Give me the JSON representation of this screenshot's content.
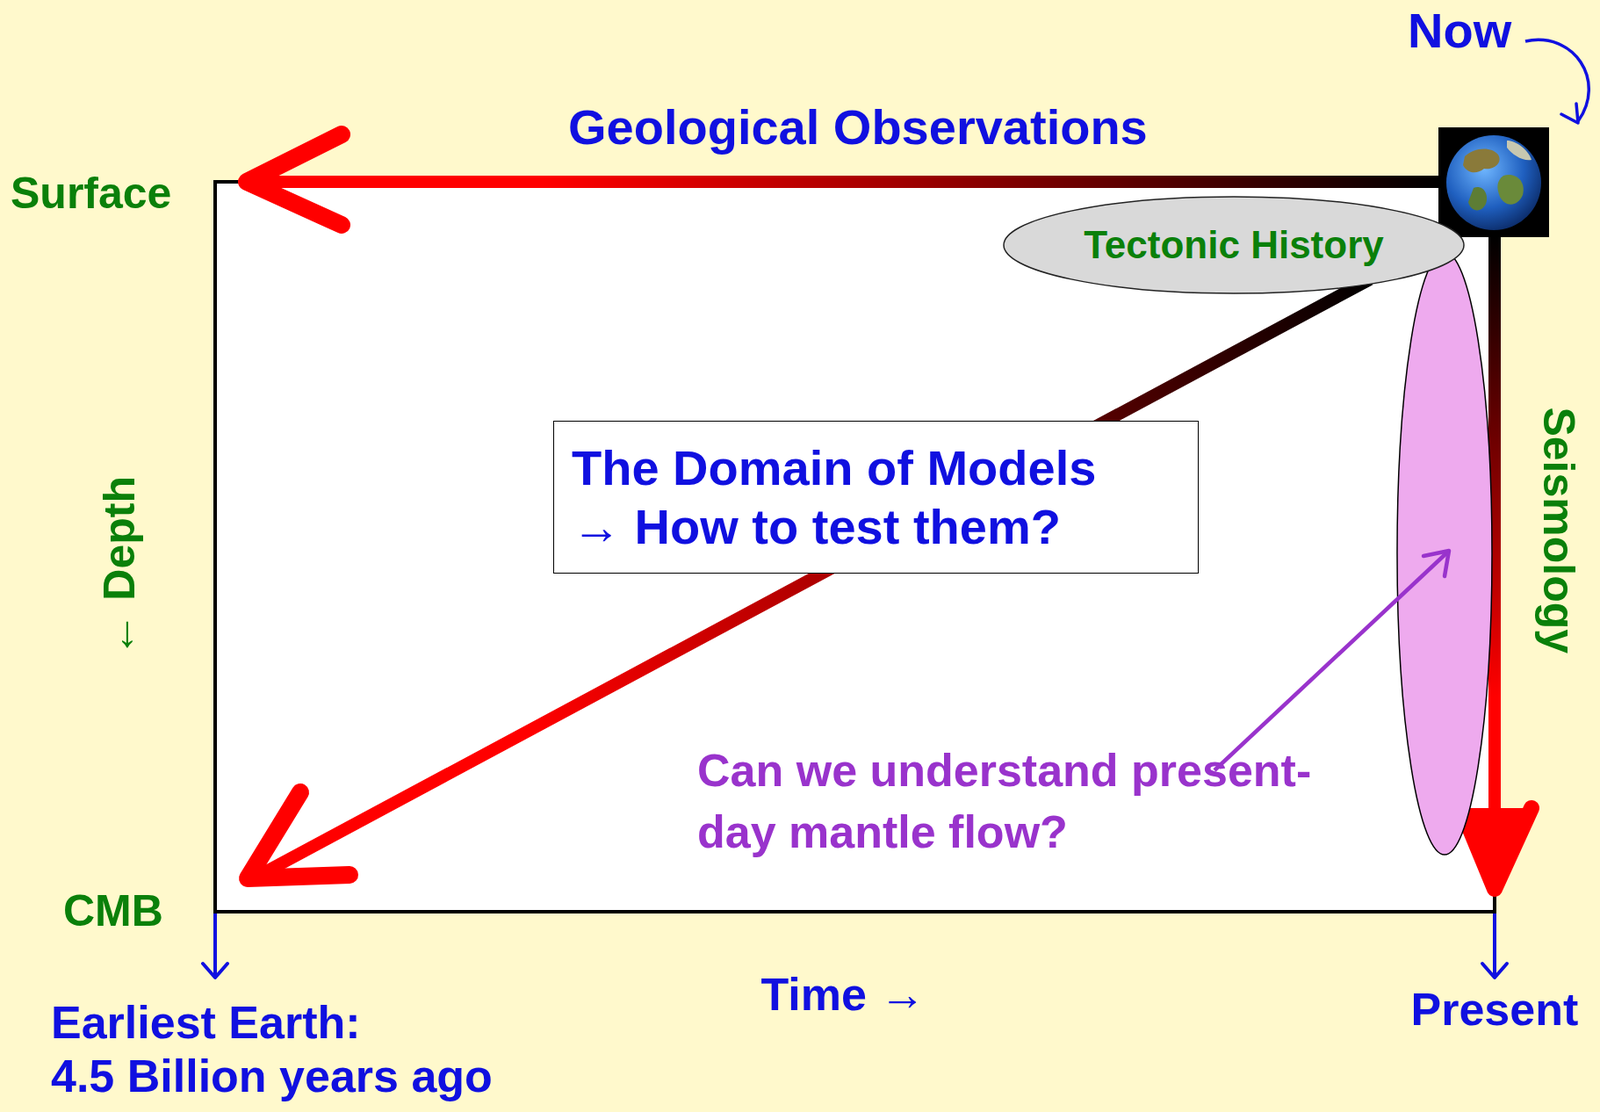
{
  "diagram": {
    "nodes": [
      {
        "text": [
          "Tectonic History"
        ]
      },
      {
        "text": [
          "The Domain of Models",
          "→ How to test them?"
        ]
      }
    ],
    "labels": [
      "Now",
      "Geological Observations",
      "Surface",
      "← Depth",
      "Seismology",
      "CMB",
      "Can we understand present-day mantle flow?",
      "Earliest Earth:",
      "4.5 Billion years ago",
      "Time →",
      "Present"
    ]
  }
}
